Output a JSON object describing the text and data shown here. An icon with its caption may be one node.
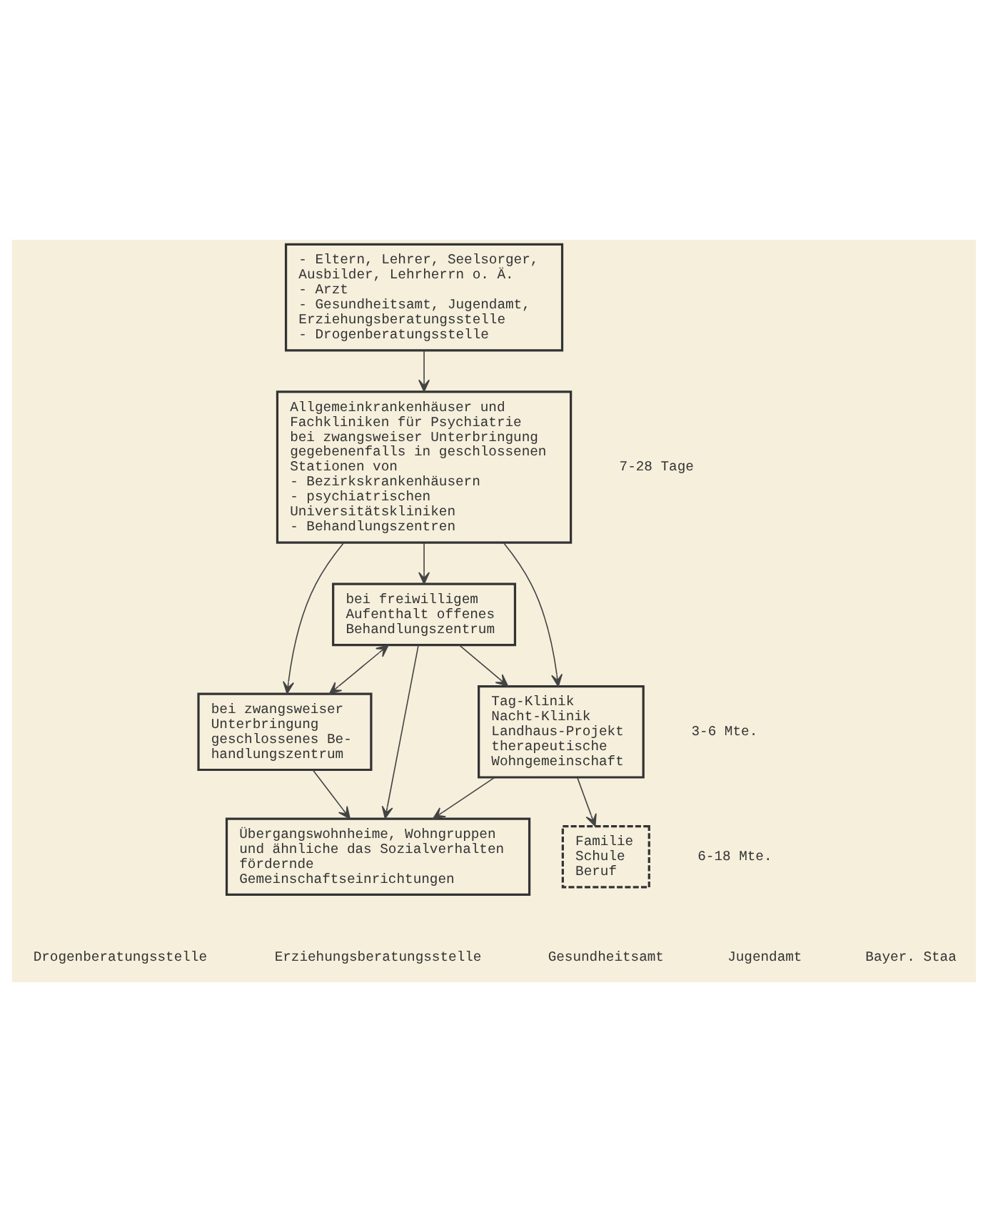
{
  "diagram": {
    "nodes": [
      {
        "text": [
          "- Eltern, Lehrer, Seelsorger, Ausbilder, Lehrherrn o. Ä.",
          "- Arzt",
          "- Gesundheitsamt, Jugendamt, Erziehungsberatungsstelle",
          "- Drogenberatungsstelle"
        ]
      },
      {
        "text": [
          "Allgemeinkrankenhäuser und Fachkliniken für Psychiatrie",
          "bei zwangsweiser Unterbringung gegebenenfalls in geschlossenen Stationen von",
          "- Bezirkskrankenhäusern",
          "- psychiatrischen Universitätskliniken",
          "- Behandlungszentren"
        ]
      },
      {
        "text": [
          "bei zwangsweiser Unterbringung geschlossenes Be- handlungszentrum"
        ]
      },
      {
        "text": [
          "bei freiwilligem Aufenthalt offenes Behandlungszentrum"
        ]
      },
      {
        "text": [
          "Tag-Klinik Nacht-Klinik Landhaus-Projekt therapeutische Wohngemeinschaft"
        ]
      },
      {
        "text": [
          "Übergangswohnheime, Wohngruppen und ähnliche das Sozialverhalten fördernde Gemeinschaftseinrichtungen"
        ]
      },
      {
        "text": [
          "Familie Schule Beruf"
        ]
      }
    ],
    "edges": [
      {
        "from": 0,
        "to": 1,
        "arrow": "to"
      },
      {
        "from": 1,
        "to": 2,
        "arrow": "to"
      },
      {
        "from": 1,
        "to": 3,
        "arrow": "to"
      },
      {
        "from": 1,
        "to": 4,
        "arrow": "to"
      },
      {
        "from": 2,
        "to": 3,
        "arrow": "both"
      },
      {
        "from": 3,
        "to": 4,
        "arrow": "to"
      },
      {
        "from": 2,
        "to": 5,
        "arrow": "to"
      },
      {
        "from": 3,
        "to": 5,
        "arrow": "to"
      },
      {
        "from": 4,
        "to": 5,
        "arrow": "to"
      },
      {
        "from": 4,
        "to": 6,
        "arrow": "to"
      }
    ],
    "labels": [
      "7-28 Tage",
      "3-6 Mte.",
      "6-18 Mte.",
      "Drogenberatungsstelle",
      "Erziehungsberatungsstelle",
      "Gesundheitsamt",
      "Jugendamt",
      "Bayer. Staa"
    ]
  }
}
